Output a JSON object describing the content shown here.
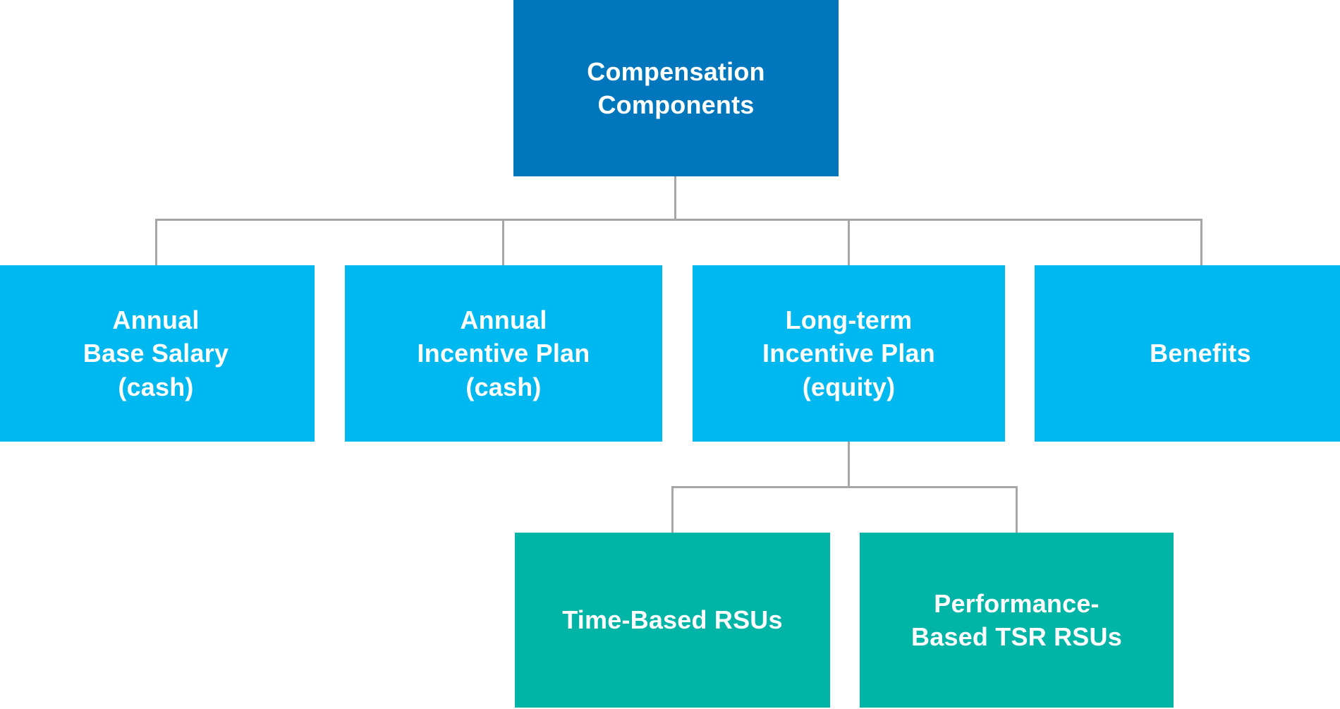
{
  "colors": {
    "root_fill": "#0077BD",
    "level2_fill": "#00B8F0",
    "level3_fill": "#00B4A6",
    "connector": "#A6A6A6",
    "text": "#FFFFFF"
  },
  "nodes": {
    "root": {
      "label": "Compensation\nComponents"
    },
    "base_salary": {
      "label": "Annual\nBase Salary\n(cash)"
    },
    "annual_incentive": {
      "label": "Annual\nIncentive Plan\n(cash)"
    },
    "long_term_incentive": {
      "label": "Long-term\nIncentive Plan\n(equity)"
    },
    "benefits": {
      "label": "Benefits"
    },
    "time_based_rsus": {
      "label": "Time-Based RSUs"
    },
    "performance_tsr_rsus": {
      "label": "Performance-\nBased TSR RSUs"
    }
  }
}
